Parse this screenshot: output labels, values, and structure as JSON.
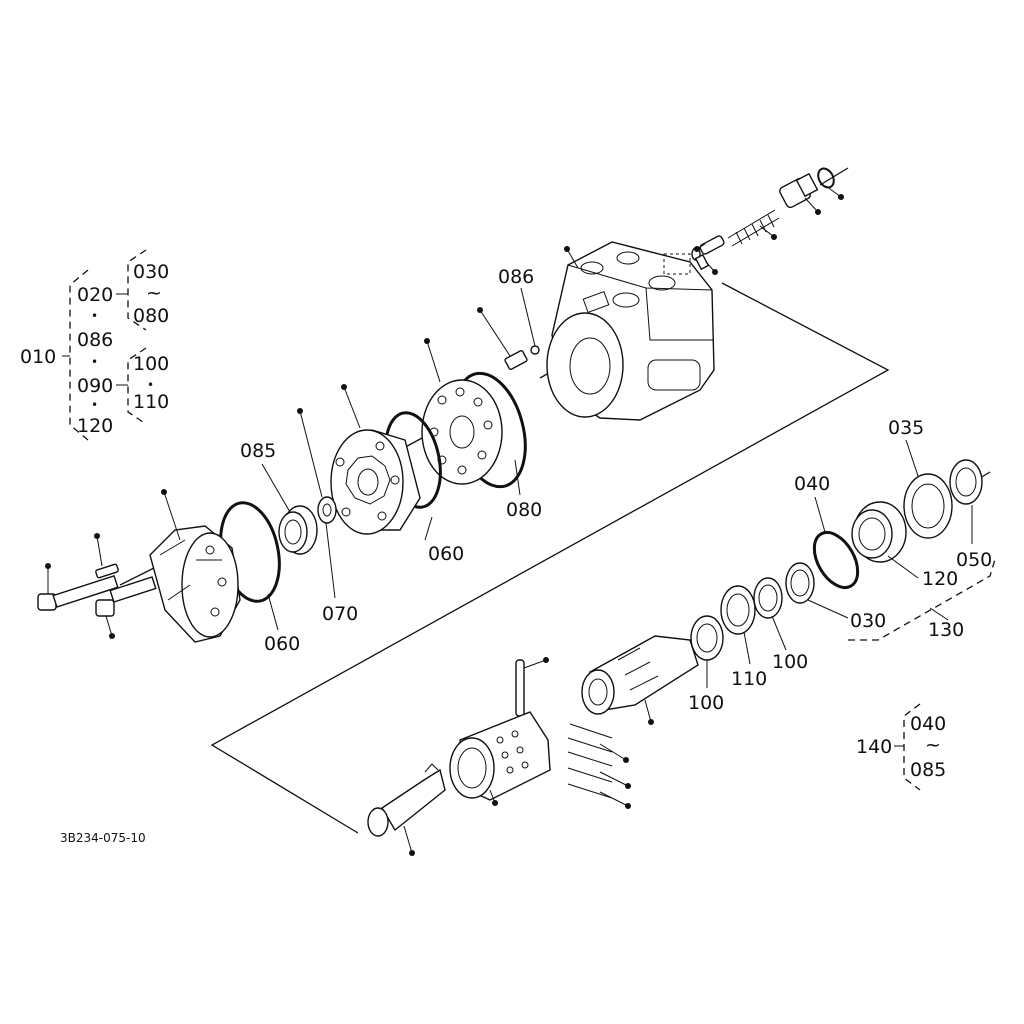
{
  "diagram_code": "3B234-075-10",
  "callouts": {
    "c086": "086",
    "c085": "085",
    "c070": "070",
    "c060a": "060",
    "c060b": "060",
    "c080": "080",
    "c035": "035",
    "c040": "040",
    "c050": "050",
    "c120": "120",
    "c030": "030",
    "c130": "130",
    "c100a": "100",
    "c100b": "100",
    "c110": "110"
  },
  "group_010": {
    "root": "010",
    "sub020": "020",
    "range_030": "030",
    "range_tilde": "~",
    "range_080": "080",
    "dot1": "•",
    "item086": "086",
    "dot2": "•",
    "sub090": "090",
    "range_100": "100",
    "dot_mid": "•",
    "range_110": "110",
    "dot3": "•",
    "item120": "120"
  },
  "group_140": {
    "root": "140",
    "range_040": "040",
    "range_tilde": "~",
    "range_085": "085"
  }
}
